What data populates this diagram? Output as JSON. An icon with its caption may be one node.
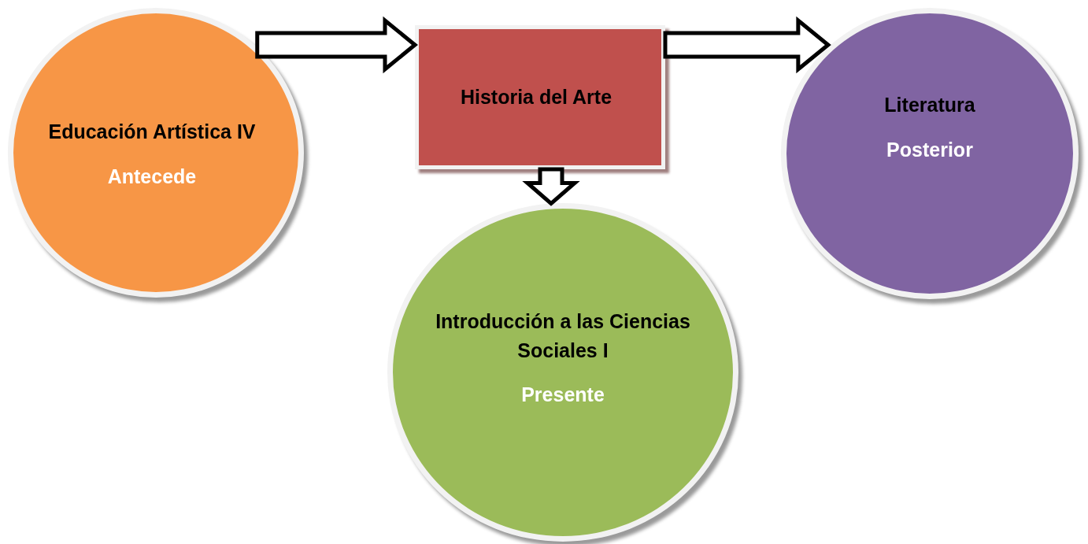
{
  "diagram": {
    "nodes": [
      {
        "text": [
          "Educación Artística IV",
          "Antecede"
        ]
      },
      {
        "text": [
          "Historia del Arte"
        ]
      },
      {
        "text": [
          "Literatura",
          "Posterior"
        ]
      },
      {
        "text": [
          "Introducción a las Ciencias Sociales I",
          "Presente"
        ]
      }
    ],
    "edges": [
      {
        "from": 0,
        "to": 1,
        "arrow": "to"
      },
      {
        "from": 1,
        "to": 2,
        "arrow": "to"
      },
      {
        "from": 1,
        "to": 3,
        "arrow": "to"
      }
    ]
  }
}
